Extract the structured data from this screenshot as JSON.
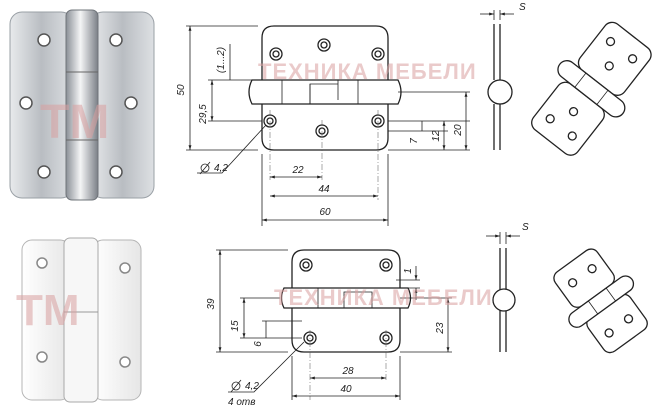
{
  "watermark": {
    "brand": "ТЕХНИКА МЕБЕЛИ",
    "logo": "ТМ"
  },
  "hinge_large": {
    "dims": {
      "height": "50",
      "knuckle_range": "(1...2)",
      "to_hole": "29,5",
      "right_7": "7",
      "right_12": "12",
      "right_20": "20",
      "hole_dia": "4,2",
      "hole_pitch": "22",
      "outer_pitch": "44",
      "width": "60",
      "thickness": "S"
    }
  },
  "hinge_small": {
    "dims": {
      "height": "39",
      "top_1": "1",
      "left_15": "15",
      "left_6": "6",
      "right_23": "23",
      "hole_dia": "4,2",
      "holes_note": "4 отв",
      "hole_pitch": "28",
      "width": "40",
      "thickness": "S"
    }
  },
  "colors": {
    "line": "#222222",
    "watermark": "#d9a0a0",
    "steel": "#c9ccd0",
    "white_finish": "#f2f2f2"
  }
}
